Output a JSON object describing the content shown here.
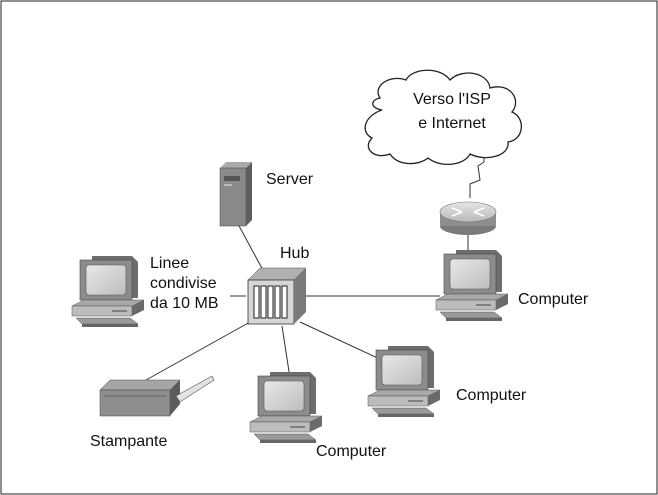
{
  "diagram": {
    "cloud_label_line1": "Verso l'ISP",
    "cloud_label_line2": "e Internet",
    "server_label": "Server",
    "hub_label": "Hub",
    "link_label_line1": "Linee",
    "link_label_line2": "condivise",
    "link_label_line3": "da 10 MB",
    "printer_label": "Stampante",
    "computer_right_label": "Computer",
    "computer_mid_right_label": "Computer",
    "computer_bottom_label": "Computer"
  }
}
